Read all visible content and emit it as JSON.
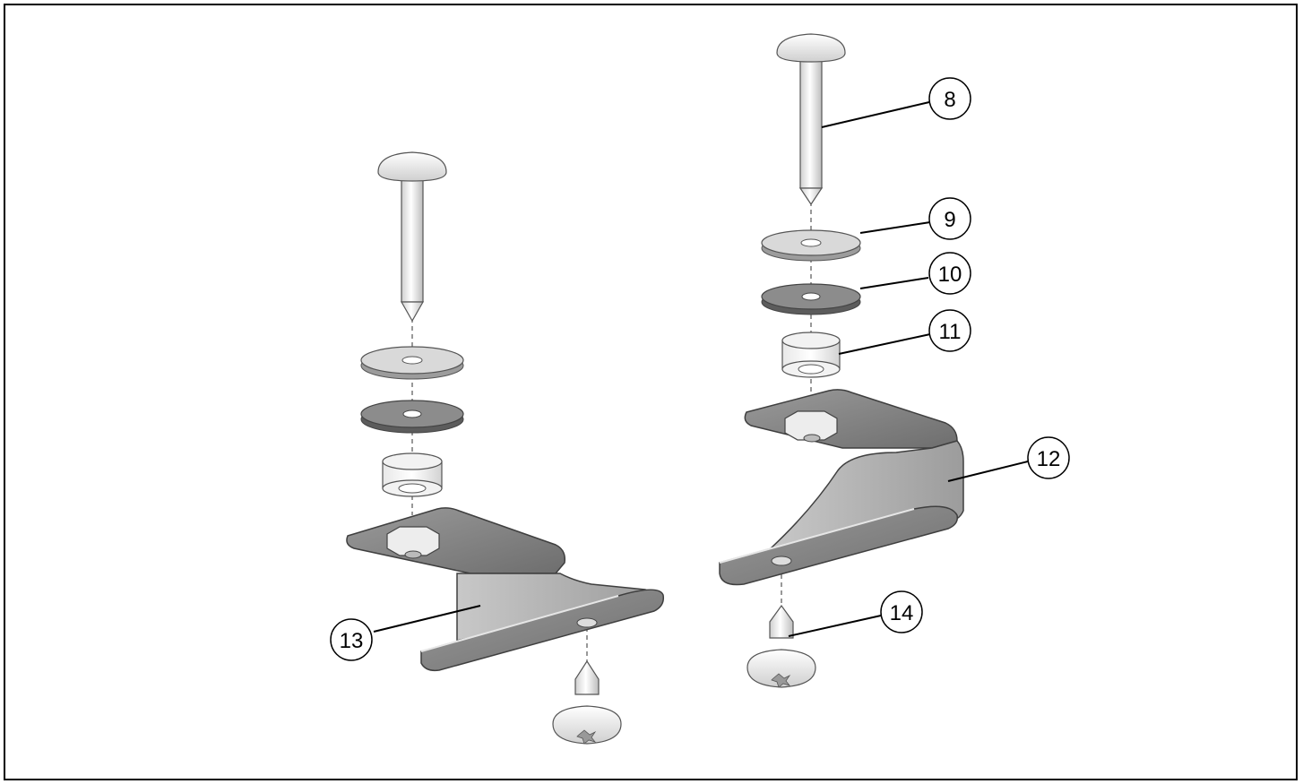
{
  "diagram": {
    "callouts": [
      {
        "id": "c8",
        "label": "8"
      },
      {
        "id": "c9",
        "label": "9"
      },
      {
        "id": "c10",
        "label": "10"
      },
      {
        "id": "c11",
        "label": "11"
      },
      {
        "id": "c12",
        "label": "12"
      },
      {
        "id": "c13",
        "label": "13"
      },
      {
        "id": "c14",
        "label": "14"
      }
    ],
    "colors": {
      "frame": "#000000",
      "metal_light": "#d9d9d9",
      "metal_dark": "#8c8c8c",
      "bracket": "#a6a6a6",
      "bracket_edge": "#5a5a5a",
      "white_part": "#f2f2f2",
      "outline": "#333333"
    }
  }
}
